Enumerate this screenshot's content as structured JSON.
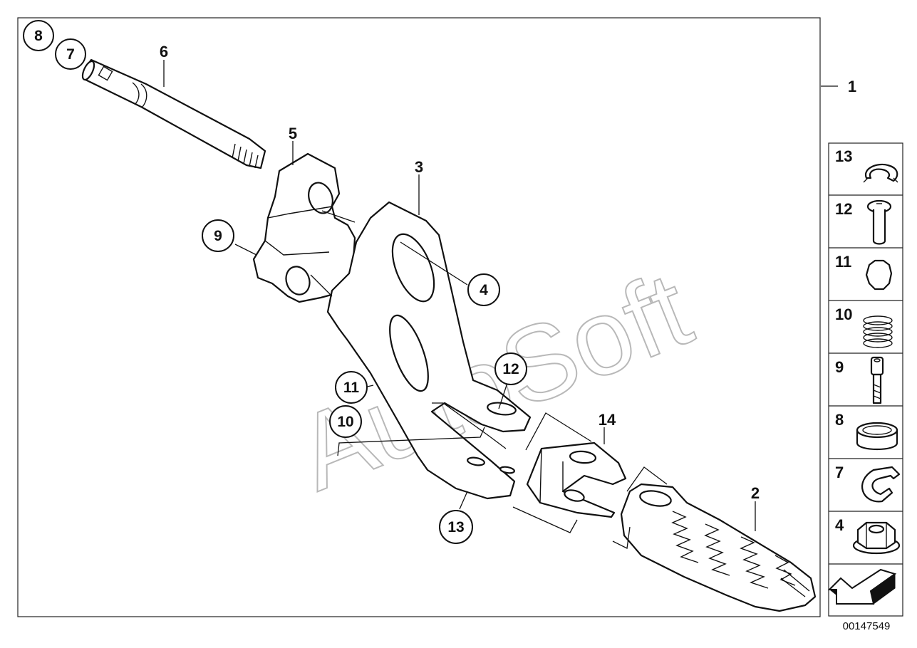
{
  "diagram_id": "00147549",
  "watermark": "AutoSoft",
  "assembly_label": "1",
  "callouts": [
    {
      "id": "p8",
      "label": "8",
      "circled": true
    },
    {
      "id": "p7",
      "label": "7",
      "circled": true
    },
    {
      "id": "p6",
      "label": "6",
      "circled": false
    },
    {
      "id": "p5",
      "label": "5",
      "circled": false
    },
    {
      "id": "p3",
      "label": "3",
      "circled": false
    },
    {
      "id": "p9",
      "label": "9",
      "circled": true
    },
    {
      "id": "p4",
      "label": "4",
      "circled": true
    },
    {
      "id": "p12",
      "label": "12",
      "circled": true
    },
    {
      "id": "p11",
      "label": "11",
      "circled": true
    },
    {
      "id": "p10",
      "label": "10",
      "circled": true
    },
    {
      "id": "p14",
      "label": "14",
      "circled": false
    },
    {
      "id": "p13",
      "label": "13",
      "circled": true
    },
    {
      "id": "p2",
      "label": "2",
      "circled": false
    }
  ],
  "legend_items": [
    {
      "label": "13",
      "icon": "circlip-icon"
    },
    {
      "label": "12",
      "icon": "pin-icon"
    },
    {
      "label": "11",
      "icon": "ball-icon"
    },
    {
      "label": "10",
      "icon": "spring-icon"
    },
    {
      "label": "9",
      "icon": "bolt-icon"
    },
    {
      "label": "8",
      "icon": "bushing-icon"
    },
    {
      "label": "7",
      "icon": "clip-icon"
    },
    {
      "label": "4",
      "icon": "nut-icon"
    }
  ],
  "legend_arrow_icon": "direction-arrow-icon"
}
